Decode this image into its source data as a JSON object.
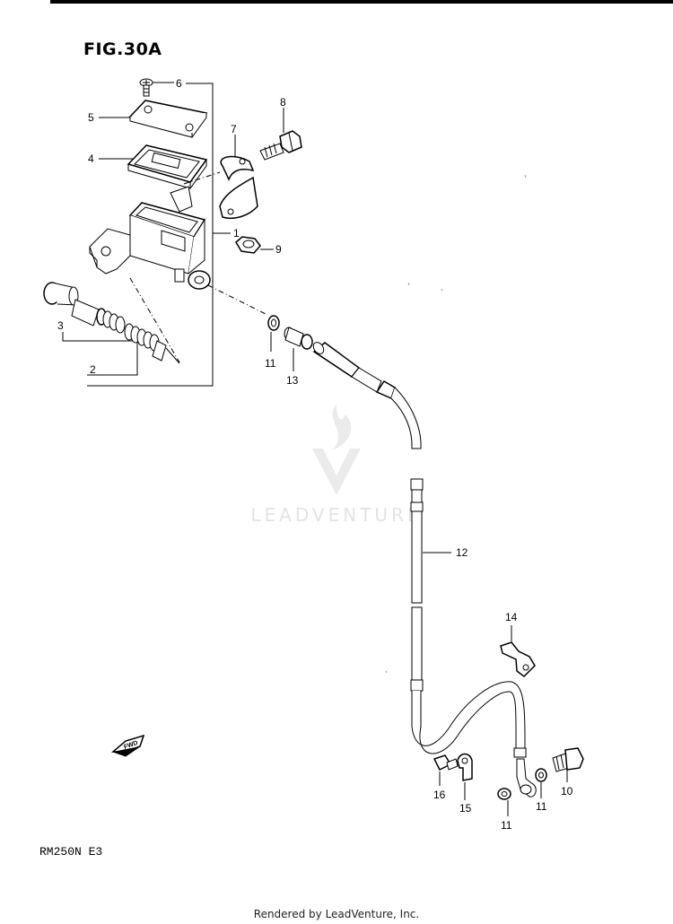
{
  "figure": {
    "title": "FIG.30A"
  },
  "model": "RM250N  E3",
  "footer": "Rendered by LeadVenture, Inc.",
  "watermark": "LEADVENTURE",
  "fwd_label": "FWD",
  "callouts": {
    "c1": "1",
    "c2": "2",
    "c3": "3",
    "c4": "4",
    "c5": "5",
    "c6": "6",
    "c7": "7",
    "c8": "8",
    "c9": "9",
    "c10": "10",
    "c11a": "11",
    "c11b": "11",
    "c11c": "11",
    "c12": "12",
    "c13": "13",
    "c14": "14",
    "c15": "15",
    "c16": "16"
  }
}
